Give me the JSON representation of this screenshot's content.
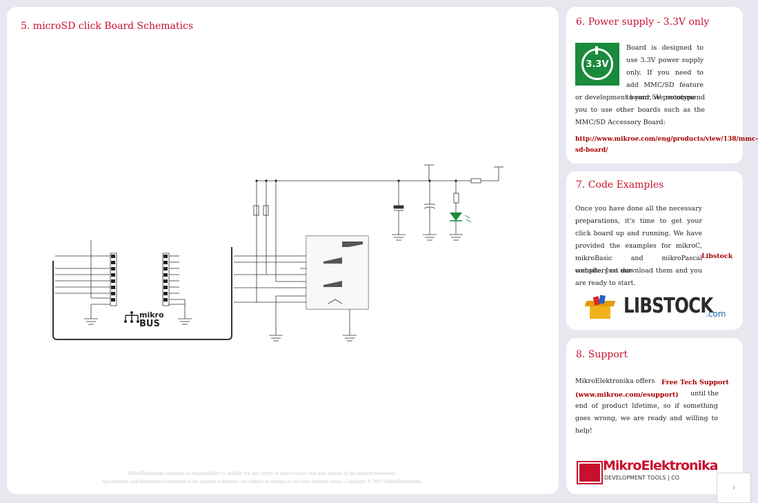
{
  "main": {
    "title": "5. microSD click Board Schematics",
    "fine_print_1": "MikroElektronika assumes no responsibility or liability for any errors or inaccuracies that may appear in the present document.",
    "fine_print_2": "Specification and information contained in the present schematic are subject to change at any time without notice. Copyright © 2013 MikroElektronika.",
    "mikrobus_logo_top": "mikro",
    "mikrobus_logo_bottom": "BUS"
  },
  "power": {
    "title": "6. Power supply - 3.3V only",
    "icon_label": "3.3V",
    "body_top": "Board is designed to use 3.3V power supply only. If you need to add MMC/SD feature to your 5V prototype",
    "body_rest": "or development board, we recommend you to use other boards such as the MMC/SD Accessory Board:",
    "link": "http://www.mikroe.com/eng/products/view/138/mmc-sd-board/"
  },
  "code": {
    "title": "7. Code Examples",
    "body_1": "Once you have done all the necessary preparations, it's time to get your click board up and running. We have provided the examples for mikroC, mikroBasic and mikroPascal compilers on our",
    "libstock_link": "Libstock",
    "body_2": "website. Just download them and you are ready to start.",
    "libstock_logo": "LIBSTOCK",
    "libstock_com": ".com"
  },
  "support": {
    "title": "8. Support",
    "body_1": "MikroElektronika offers",
    "link_1": "Free Tech Support",
    "link_2": "(www.mikroe.com/esupport)",
    "body_2": "until the",
    "body_3": "end of product lifetime, so if something goes wrong, we are ready and willing to help!",
    "logo_main": "MikroElektronika",
    "logo_sub": "DEVELOPMENT TOOLS | CO"
  },
  "colors": {
    "accent": "#c8102e",
    "green": "#1a8a3c"
  }
}
